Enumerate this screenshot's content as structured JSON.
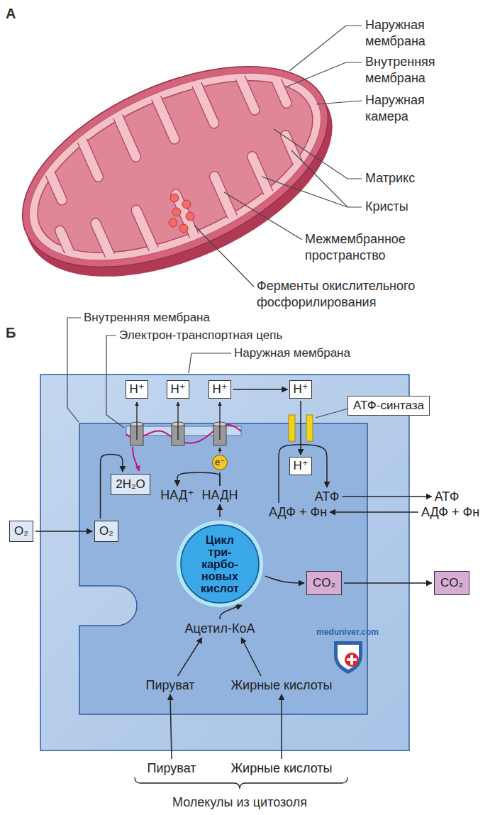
{
  "diagram": {
    "nodes": [
      {
        "text": [
          "H⁺"
        ]
      },
      {
        "text": [
          "H⁺"
        ]
      },
      {
        "text": [
          "H⁺"
        ]
      },
      {
        "text": [
          "H⁺"
        ]
      },
      {
        "text": [
          "АТФ-синтаза"
        ]
      },
      {
        "text": [
          "H⁺"
        ]
      },
      {
        "text": [
          "O₂"
        ]
      },
      {
        "text": [
          "O₂"
        ]
      },
      {
        "text": [
          "2H₂O"
        ]
      },
      {
        "text": [
          "НАД⁺"
        ]
      },
      {
        "text": [
          "НАДН"
        ]
      },
      {
        "text": [
          "e⁻"
        ]
      },
      {
        "text": [
          "АТФ"
        ]
      },
      {
        "text": [
          "АТФ"
        ]
      },
      {
        "text": [
          "АДФ + Фн"
        ]
      },
      {
        "text": [
          "АДФ + Фн"
        ]
      },
      {
        "text": [
          "Цикл три- карбо- новых кислот"
        ]
      },
      {
        "text": [
          "CO₂"
        ]
      },
      {
        "text": [
          "CO₂"
        ]
      },
      {
        "text": [
          "Ацетил-КоА"
        ]
      },
      {
        "text": [
          "Пируват"
        ]
      },
      {
        "text": [
          "Жирные кислоты"
        ]
      },
      {
        "text": [
          "Пируват"
        ]
      },
      {
        "text": [
          "Жирные кислоты"
        ]
      }
    ],
    "edges": [
      {
        "from": 2,
        "to": 3,
        "arrow": "to"
      },
      {
        "from": 3,
        "to": 5,
        "arrow": "to"
      },
      {
        "from": 14,
        "to": 12,
        "arrow": "to"
      },
      {
        "from": 12,
        "to": 13,
        "arrow": "to"
      },
      {
        "from": 15,
        "to": 14,
        "arrow": "to"
      },
      {
        "from": 6,
        "to": 7,
        "arrow": "to"
      },
      {
        "from": 7,
        "to": 8,
        "arrow": "to"
      },
      {
        "from": 10,
        "to": 9,
        "arrow": "to"
      },
      {
        "from": 10,
        "to": 11,
        "arrow": "none"
      },
      {
        "from": 16,
        "to": 10,
        "arrow": "to"
      },
      {
        "from": 16,
        "to": 17,
        "arrow": "to"
      },
      {
        "from": 17,
        "to": 18,
        "arrow": "to"
      },
      {
        "from": 19,
        "to": 16,
        "arrow": "to"
      },
      {
        "from": 20,
        "to": 19,
        "arrow": "to"
      },
      {
        "from": 21,
        "to": 19,
        "arrow": "to"
      },
      {
        "from": 22,
        "to": 20,
        "arrow": "to"
      },
      {
        "from": 23,
        "to": 21,
        "arrow": "to"
      }
    ],
    "labels": [
      "А",
      "Наружная мембрана",
      "Внутренняя мембрана",
      "Наружная камера",
      "Матрикс",
      "Кристы",
      "Межмембранное пространство",
      "Ферменты окислительного фосфорилирования",
      "Б",
      "Внутренняя мембрана",
      "Электрон-транспортная цепь",
      "Наружная мембрана",
      "meduniver.com",
      "Молекулы из цитозоля"
    ]
  }
}
